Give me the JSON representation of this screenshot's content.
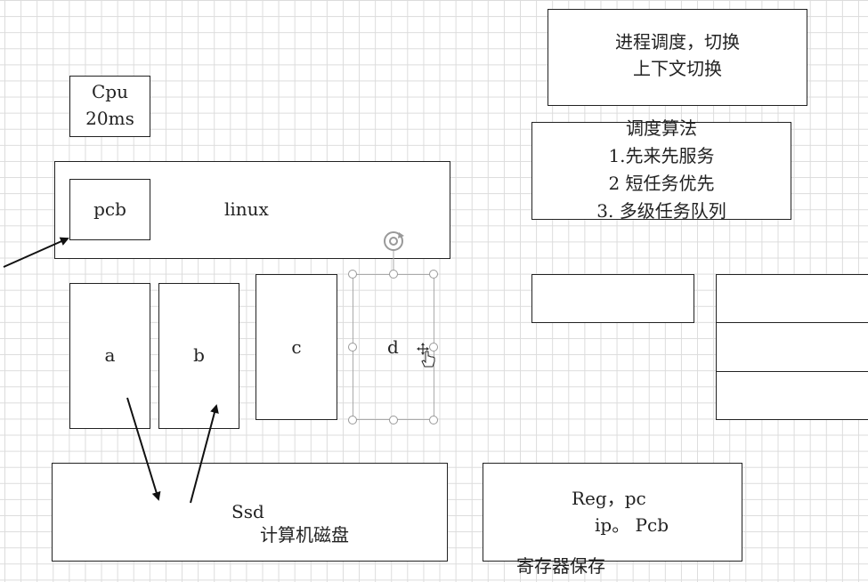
{
  "diagram": {
    "context_switch": {
      "line1": "进程调度，切换",
      "line2": "上下文切换"
    },
    "scheduling": {
      "title": "调度算法",
      "items": [
        "1.先来先服务",
        "2 短任务优先",
        "3. 多级任务队列"
      ]
    },
    "cpu": {
      "line1": "Cpu",
      "line2": "20ms"
    },
    "os": {
      "pcb_label": "pcb",
      "name": "linux"
    },
    "processes": [
      "a",
      "b",
      "c",
      "d"
    ],
    "ssd": {
      "label": "Ssd",
      "subtitle": "计算机磁盘"
    },
    "register": {
      "line1": "Reg，pc",
      "line2": "ip。 Pcb",
      "caption": "寄存器保存"
    },
    "icons": {
      "rotate": "rotate-icon",
      "cursor": "hand-cursor-icon",
      "move": "move-icon"
    }
  }
}
